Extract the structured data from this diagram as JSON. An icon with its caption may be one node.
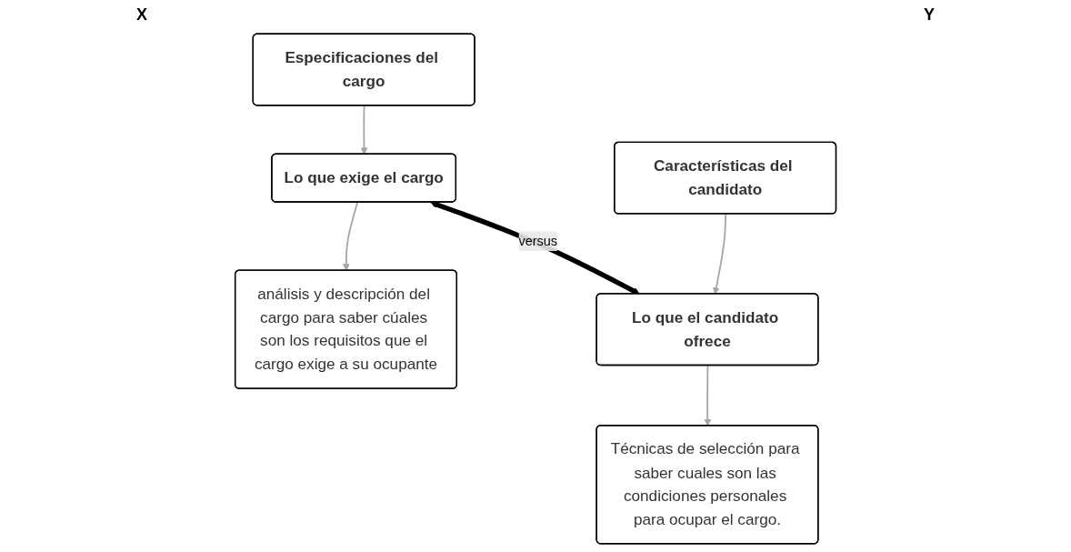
{
  "diagram": {
    "nodes": [
      {
        "text": [
          "Especificaciones del cargo"
        ]
      },
      {
        "text": [
          "Lo que exige el cargo"
        ]
      },
      {
        "text": [
          "análisis y descripción del cargo para saber cúales son los requisitos que el cargo exige a su ocupante"
        ]
      },
      {
        "text": [
          "Características del candidato"
        ]
      },
      {
        "text": [
          "Lo que el candidato ofrece"
        ]
      },
      {
        "text": [
          "Técnicas de selección para saber cuales son las condiciones personales para ocupar el cargo."
        ]
      }
    ],
    "edges": [
      {
        "from": 0,
        "to": 1,
        "arrow": "to"
      },
      {
        "from": 1,
        "to": 2,
        "arrow": "to"
      },
      {
        "from": 3,
        "to": 4,
        "arrow": "to"
      },
      {
        "from": 4,
        "to": 5,
        "arrow": "to"
      },
      {
        "from": 1,
        "to": 4,
        "arrow": "both",
        "label": "versus",
        "style": "thick",
        "color": "#000000"
      }
    ],
    "labels": [
      "X",
      "Y"
    ]
  }
}
